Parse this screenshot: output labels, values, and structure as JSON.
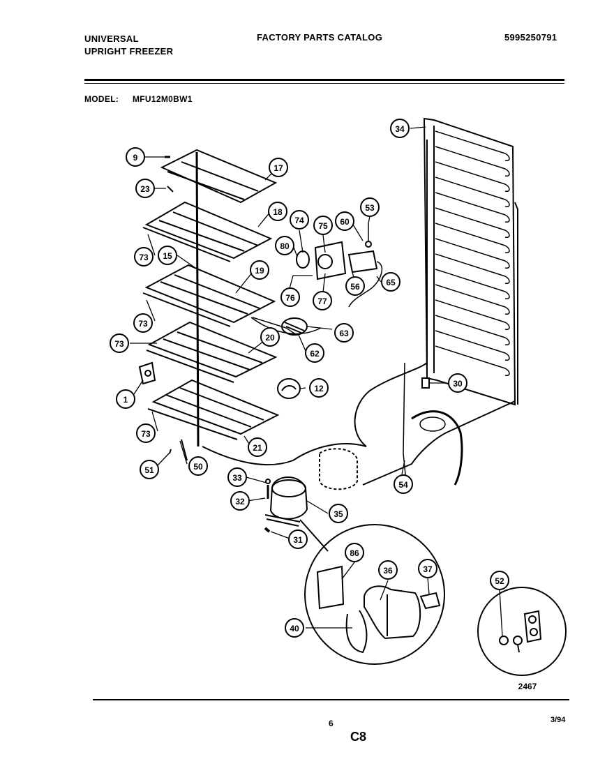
{
  "header": {
    "brand": "UNIVERSAL",
    "product": "UPRIGHT FREEZER",
    "catalog_title": "FACTORY PARTS CATALOG",
    "catalog_number": "5995250791",
    "model_label": "MODEL:",
    "model_number": "MFU12M0BW1"
  },
  "diagram": {
    "callouts": [
      "9",
      "17",
      "23",
      "18",
      "74",
      "75",
      "60",
      "53",
      "80",
      "73",
      "15",
      "19",
      "56",
      "65",
      "76",
      "77",
      "73",
      "63",
      "73",
      "20",
      "62",
      "1",
      "12",
      "30",
      "34",
      "73",
      "21",
      "51",
      "50",
      "33",
      "32",
      "35",
      "31",
      "54",
      "86",
      "36",
      "37",
      "40",
      "52"
    ],
    "drawing_number": "2467"
  },
  "footer": {
    "page_number": "6",
    "date": "3/94",
    "section": "C8"
  }
}
